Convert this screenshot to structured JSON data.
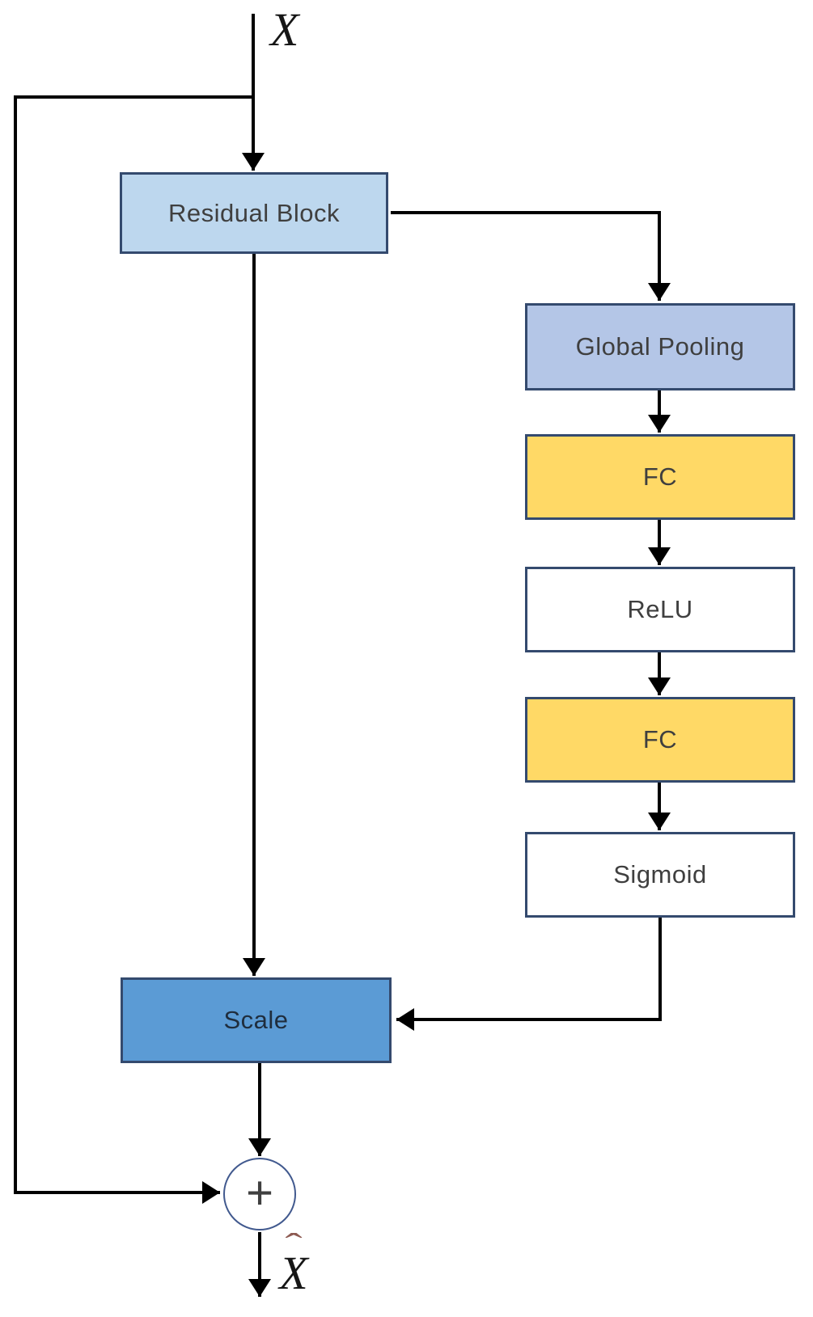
{
  "diagram": {
    "type": "flowchart",
    "input_label": "X",
    "output_label": {
      "base": "X",
      "hat": "ˆ"
    },
    "sum_operator": "+",
    "nodes": {
      "residual": {
        "label": "Residual Block",
        "fill": "#BDD7EE"
      },
      "pooling": {
        "label": "Global Pooling",
        "fill": "#B4C6E7"
      },
      "fc1": {
        "label": "FC",
        "fill": "#FFD966"
      },
      "relu": {
        "label": "ReLU",
        "fill": "#FFFFFF"
      },
      "fc2": {
        "label": "FC",
        "fill": "#FFD966"
      },
      "sigmoid": {
        "label": "Sigmoid",
        "fill": "#FFFFFF"
      },
      "scale": {
        "label": "Scale",
        "fill": "#5B9BD5"
      }
    },
    "edges": [
      {
        "from": "X",
        "to": "Residual Block"
      },
      {
        "from": "X",
        "to": "+",
        "via": "skip-connection"
      },
      {
        "from": "Residual Block",
        "to": "Global Pooling"
      },
      {
        "from": "Residual Block",
        "to": "Scale"
      },
      {
        "from": "Global Pooling",
        "to": "FC"
      },
      {
        "from": "FC",
        "to": "ReLU"
      },
      {
        "from": "ReLU",
        "to": "FC"
      },
      {
        "from": "FC",
        "to": "Sigmoid"
      },
      {
        "from": "Sigmoid",
        "to": "Scale"
      },
      {
        "from": "Scale",
        "to": "+"
      },
      {
        "from": "+",
        "to": "X̂"
      }
    ],
    "colors": {
      "box_border": "#344A6E",
      "connector": "#000000",
      "label_text": "#3F3F3F",
      "scale_text": "#1F2D3D",
      "hat_accent": "#8D5A52",
      "background": "#FFFFFF"
    }
  }
}
